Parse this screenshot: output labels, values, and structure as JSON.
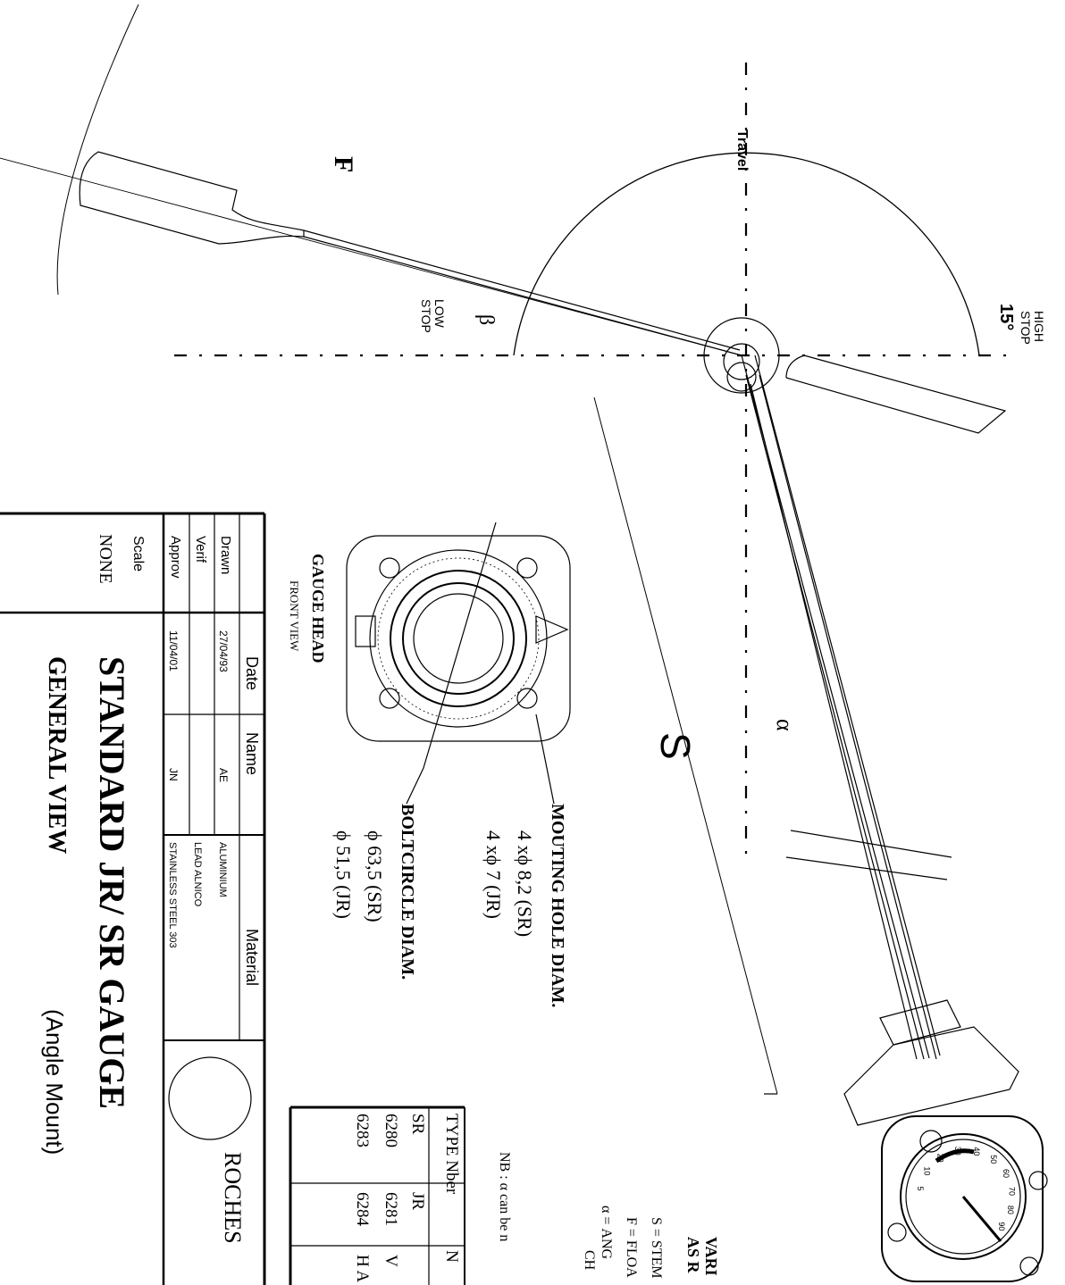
{
  "diagram": {
    "labels": {
      "travel": "Travel",
      "high_stop": "HIGH\nSTOP",
      "low_stop": "LOW\nSTOP",
      "angle_high": "15°",
      "beta": "β",
      "alpha": "α",
      "stem_length": "S",
      "float_length": "F"
    },
    "gauge_head": {
      "title": "GAUGE HEAD",
      "subtitle": "FRONT VIEW"
    },
    "mounting_hole": {
      "title": "MOUTING HOLE DIAM.",
      "sr": "4 xϕ 8,2 (SR)",
      "jr": "4 xϕ 7   (JR)"
    },
    "boltcircle": {
      "title": "BOLTCIRCLE DIAM.",
      "sr": "ϕ 63,5    (SR)",
      "jr": "ϕ 51,5    (JR)"
    },
    "variables": {
      "line1": "VARI",
      "line2": "AS R",
      "s": "S = STEM",
      "f": "F = FLOA",
      "alpha": "α = ANG",
      "alpha2": "CH"
    },
    "note": "NB : α can be n",
    "type_table": {
      "headers": [
        "TYPE Nber",
        "N"
      ],
      "sub_headers": [
        "SR",
        "JR"
      ],
      "rows": [
        {
          "sr": "6280",
          "jr": "6281",
          "m": "V"
        },
        {
          "sr": "6283",
          "jr": "6284",
          "m": "H\nA"
        }
      ]
    },
    "dial": {
      "ticks": [
        "5",
        "10",
        "20",
        "30",
        "40",
        "50",
        "60",
        "70",
        "80",
        "90"
      ]
    }
  },
  "title_block": {
    "col_headers": [
      "Date",
      "Name",
      "Material"
    ],
    "rows": [
      {
        "role": "Drawn",
        "date": "27/04/93",
        "name": "AE",
        "material": "ALUMINIUM"
      },
      {
        "role": "Verif",
        "date": "",
        "name": "",
        "material": "LEAD   ALNICO"
      },
      {
        "role": "Approv",
        "date": "11/04/01",
        "name": "JN",
        "material": "STAINLESS STEEL 303"
      }
    ],
    "scale_label": "Scale",
    "scale_value": "NONE",
    "title": "STANDARD JR/ SR GAUGE",
    "subtitle": "GENERAL VIEW",
    "mount": "(Angle Mount)",
    "company": "ROCHES"
  },
  "colors": {
    "ink": "#000000",
    "paper": "#ffffff"
  }
}
